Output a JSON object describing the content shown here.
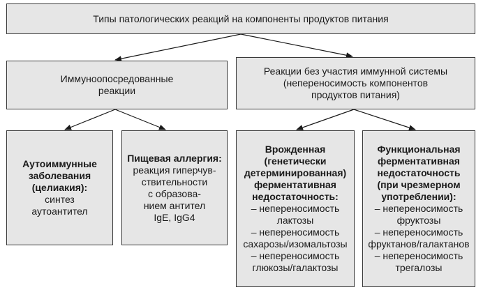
{
  "colors": {
    "box_fill": "#e6e6e6",
    "box_border": "#3a3a3a",
    "arrow": "#1a1a1a"
  },
  "root": {
    "lines": [
      "Типы патологических реакций на компоненты продуктов питания"
    ]
  },
  "left": {
    "lines": [
      "Иммуноопосредованные",
      "реакции"
    ]
  },
  "right": {
    "lines": [
      "Реакции без участия иммунной системы",
      "(непереносимость компонентов",
      "продуктов питания)"
    ]
  },
  "autoimmune": {
    "bold_lines": [
      "Аутоиммунные",
      "заболевания",
      "(целиакия):"
    ],
    "lines": [
      "синтез",
      "аутоантител"
    ]
  },
  "allergy": {
    "bold_lines": [
      "Пищевая аллергия:"
    ],
    "lines": [
      "реакция гиперчув-",
      "ствительности",
      "с образова-",
      "нием антител",
      "IgE, IgG4"
    ]
  },
  "congenital": {
    "bold_lines": [
      "Врожденная",
      "(генетически",
      "детерминированная)",
      "ферментативная",
      "недостаточность:"
    ],
    "lines": [
      "– непереносимость",
      "лактозы",
      "– непереносимость",
      "сахарозы/изомальтозы",
      "– непереносимость",
      "глюкозы/галактозы"
    ]
  },
  "functional": {
    "bold_lines": [
      "Функциональная",
      "ферментативная",
      "недостаточность",
      "(при чрезмерном",
      "употреблении):"
    ],
    "lines": [
      "– непереносимость",
      "фруктозы",
      "– непереносимость",
      "фруктанов/галактанов",
      "– непереносимость",
      "трегалозы"
    ]
  }
}
